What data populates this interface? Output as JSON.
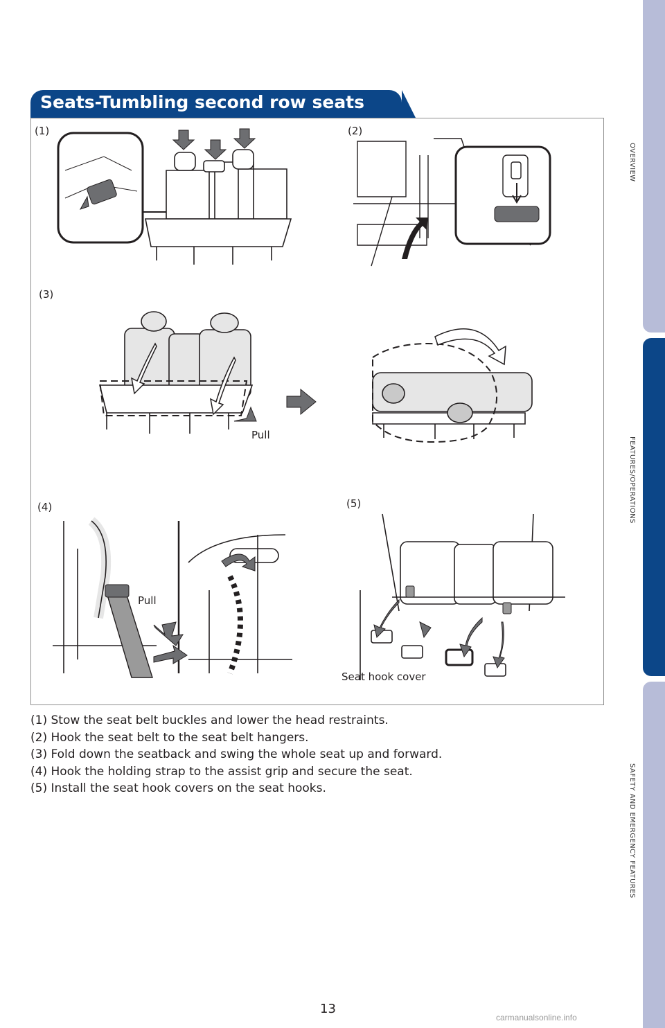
{
  "side_tabs": [
    "OVERVIEW",
    "FEATURES/OPERATIONS",
    "SAFETY AND EMERGENCY FEATURES"
  ],
  "section_title": "Seats-Tumbling second row seats",
  "figure": {
    "panel_labels": [
      "(1)",
      "(2)",
      "(3)",
      "(4)",
      "(5)"
    ],
    "callouts": {
      "pull_3": "Pull",
      "pull_4": "Pull",
      "seat_hook_cover": "Seat hook cover"
    }
  },
  "steps": [
    "(1) Stow the seat belt buckles and lower the head restraints.",
    "(2) Hook the seat belt to the seat belt hangers.",
    "(3) Fold down the seatback and swing the whole seat up and forward.",
    "(4) Hook the holding strap to the assist grip and secure the seat.",
    "(5) Install the seat hook covers on the seat hooks."
  ],
  "page_number": "13",
  "watermark": "carmanualsonline.info",
  "colors": {
    "tab_active": "#0c4688",
    "tab_inactive": "#b7bcd8",
    "header": "#0c4688",
    "arrow_gray": "#6d6e71"
  }
}
